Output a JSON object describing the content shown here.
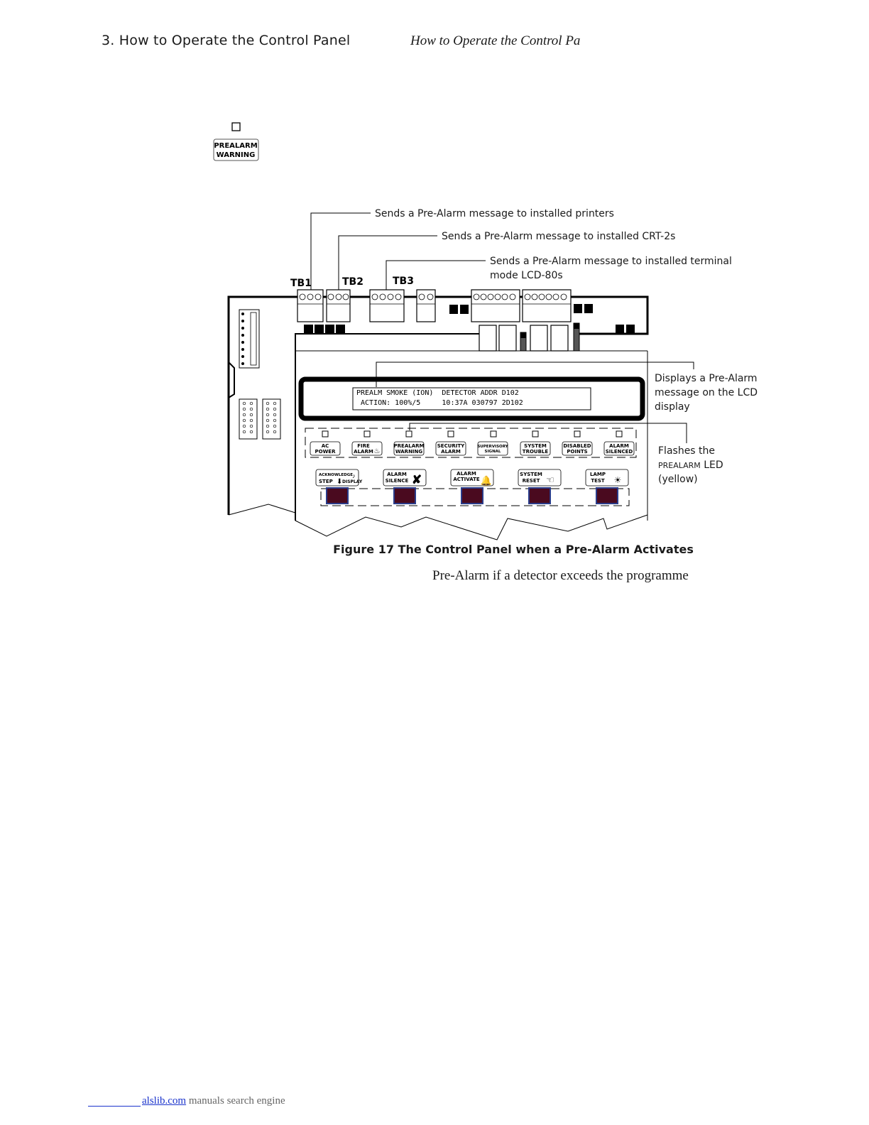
{
  "header": {
    "section_title": "3. How to Operate the Control Panel",
    "running_title": "How to Operate the Control Pa"
  },
  "prealarm_indicator": {
    "line1": "PREALARM",
    "line2": "WARNING"
  },
  "figure": {
    "callouts": {
      "printers": "Sends a Pre-Alarm message to installed printers",
      "crt": "Sends a Pre-Alarm message to installed CRT-2s",
      "lcd80_line1": "Sends a Pre-Alarm message to installed terminal",
      "lcd80_line2": "mode LCD-80s",
      "lcd_line1": "Displays a Pre-Alarm",
      "lcd_line2": "message on the LCD",
      "lcd_line3": "display",
      "led_line1": "Flashes the",
      "led_line2_small": "PREALARM",
      "led_line2_rest": " LED",
      "led_line3": "(yellow)"
    },
    "terminals": [
      "TB1",
      "TB2",
      "TB3"
    ],
    "lcd_display": {
      "row1": "PREALM SMOKE (ION)  DETECTOR ADDR D102",
      "row2": " ACTION: 100%/5     10:37A 030797 2D102"
    },
    "indicators": [
      {
        "l1": "AC",
        "l2": "POWER"
      },
      {
        "l1": "FIRE",
        "l2": "ALARM"
      },
      {
        "l1": "PREALARM",
        "l2": "WARNING"
      },
      {
        "l1": "SECURITY",
        "l2": "ALARM"
      },
      {
        "l1": "SUPERVISORY",
        "l2": "SIGNAL"
      },
      {
        "l1": "SYSTEM",
        "l2": "TROUBLE"
      },
      {
        "l1": "DISABLED",
        "l2": "POINTS"
      },
      {
        "l1": "ALARM",
        "l2": "SILENCED"
      }
    ],
    "keys": [
      {
        "l1": "ACKNOWLEDGE",
        "l2": "STEP",
        "l3": "DISPLAY"
      },
      {
        "l1": "ALARM",
        "l2": "SILENCE"
      },
      {
        "l1": "ALARM",
        "l2": "ACTIVATE"
      },
      {
        "l1": "SYSTEM",
        "l2": "RESET"
      },
      {
        "l1": "LAMP",
        "l2": "TEST"
      }
    ],
    "caption": "Figure 17  The Control Panel when a Pre-Alarm Activates"
  },
  "body_text": "Pre-Alarm if a detector exceeds the programme",
  "footer": {
    "link": "alslib.com",
    "text": "manuals search engine"
  }
}
